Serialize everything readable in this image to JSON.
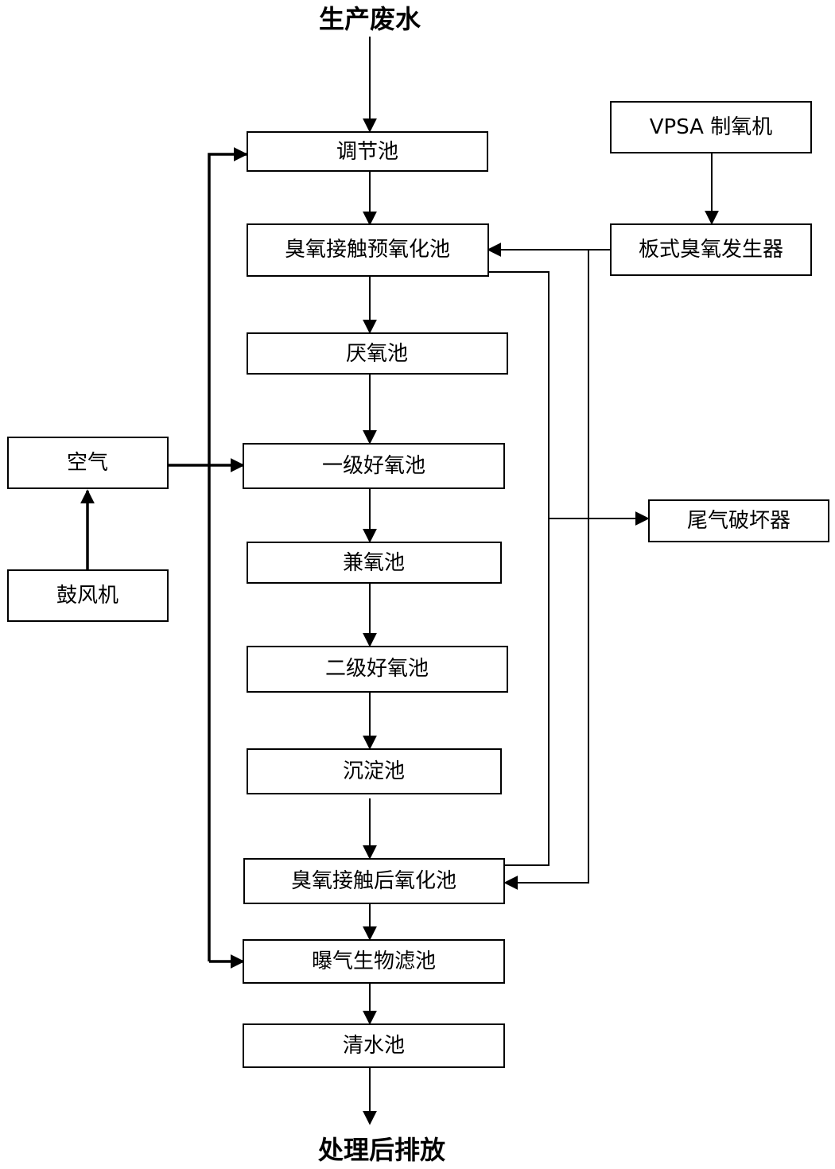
{
  "input_label": "生产废水",
  "output_label": "处理后排放",
  "nodes": {
    "tiaojie": "调节池",
    "yuyang": "臭氧接触预氧化池",
    "yanyang": "厌氧池",
    "haoyang1": "一级好氧池",
    "jianyang": "兼氧池",
    "haoyang2": "二级好氧池",
    "chendian": "沉淀池",
    "houyang": "臭氧接触后氧化池",
    "baoqi": "曝气生物滤池",
    "qingshui": "清水池",
    "vpsa": "VPSA 制氧机",
    "banshi": "板式臭氧发生器",
    "weiqi": "尾气破坏器",
    "kongqi": "空气",
    "gufengji": "鼓风机"
  }
}
